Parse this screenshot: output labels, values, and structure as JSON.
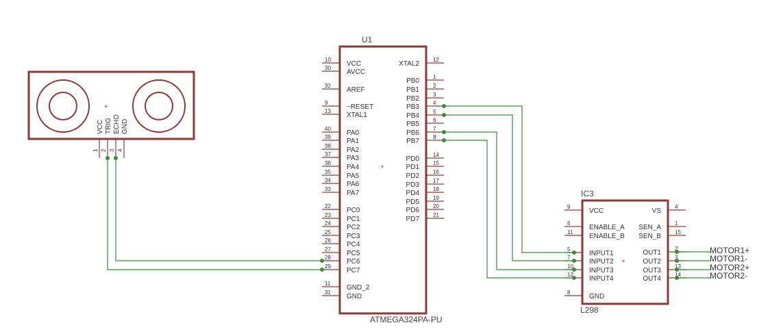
{
  "colors": {
    "part_outline": "#8b3a3a",
    "wire": "#3a8a3a",
    "text": "#333333",
    "background": "#ffffff"
  },
  "sensor": {
    "pins": [
      {
        "label": "VCC",
        "num": "1"
      },
      {
        "label": "TRIG",
        "num": "2"
      },
      {
        "label": "ECHO",
        "num": "3"
      },
      {
        "label": "GND",
        "num": "4"
      }
    ],
    "origin_mark": "+"
  },
  "u1": {
    "designator": "U1",
    "part_value": "ATMEGA324PA-PU",
    "origin_mark": "+",
    "left_pins": [
      {
        "label": "VCC",
        "num": "10"
      },
      {
        "label": "AVCC",
        "num": "30"
      },
      {
        "label": "AREF",
        "num": "32"
      },
      {
        "label": "~RESET",
        "num": "9"
      },
      {
        "label": "XTAL1",
        "num": "13"
      },
      {
        "label": "PA0",
        "num": "40"
      },
      {
        "label": "PA1",
        "num": "39"
      },
      {
        "label": "PA2",
        "num": "38"
      },
      {
        "label": "PA3",
        "num": "37"
      },
      {
        "label": "PA4",
        "num": "36"
      },
      {
        "label": "PA5",
        "num": "35"
      },
      {
        "label": "PA6",
        "num": "34"
      },
      {
        "label": "PA7",
        "num": "33"
      },
      {
        "label": "PC0",
        "num": "22"
      },
      {
        "label": "PC1",
        "num": "23"
      },
      {
        "label": "PC2",
        "num": "24"
      },
      {
        "label": "PC3",
        "num": "25"
      },
      {
        "label": "PC4",
        "num": "26"
      },
      {
        "label": "PC5",
        "num": "27"
      },
      {
        "label": "PC6",
        "num": "28"
      },
      {
        "label": "PC7",
        "num": "29"
      },
      {
        "label": "GND_2",
        "num": "11"
      },
      {
        "label": "GND",
        "num": "31"
      }
    ],
    "right_pins": [
      {
        "label": "XTAL2",
        "num": "12"
      },
      {
        "label": "PB0",
        "num": "1"
      },
      {
        "label": "PB1",
        "num": "2"
      },
      {
        "label": "PB2",
        "num": "3"
      },
      {
        "label": "PB3",
        "num": "4"
      },
      {
        "label": "PB4",
        "num": "5"
      },
      {
        "label": "PB5",
        "num": "6"
      },
      {
        "label": "PB6",
        "num": "7"
      },
      {
        "label": "PB7",
        "num": "8"
      },
      {
        "label": "PD0",
        "num": "14"
      },
      {
        "label": "PD1",
        "num": "15"
      },
      {
        "label": "PD2",
        "num": "16"
      },
      {
        "label": "PD3",
        "num": "17"
      },
      {
        "label": "PD4",
        "num": "18"
      },
      {
        "label": "PD5",
        "num": "19"
      },
      {
        "label": "PD6",
        "num": "20"
      },
      {
        "label": "PD7",
        "num": "21"
      }
    ]
  },
  "ic3": {
    "designator": "IC3",
    "part_value": "L298",
    "origin_mark": "+",
    "left_pins": [
      {
        "label": "VCC",
        "num": "9"
      },
      {
        "label": "ENABLE_A",
        "num": "6"
      },
      {
        "label": "ENABLE_B",
        "num": "11"
      },
      {
        "label": "INPUT1",
        "num": "5"
      },
      {
        "label": "INPUT2",
        "num": "7"
      },
      {
        "label": "INPUT3",
        "num": "10"
      },
      {
        "label": "INPUT4",
        "num": "12"
      },
      {
        "label": "GND",
        "num": "8"
      }
    ],
    "right_pins": [
      {
        "label": "VS",
        "num": "4"
      },
      {
        "label": "SEN_A",
        "num": "1"
      },
      {
        "label": "SEN_B",
        "num": "15"
      },
      {
        "label": "OUT1",
        "num": "2"
      },
      {
        "label": "OUT2",
        "num": "3"
      },
      {
        "label": "OUT3",
        "num": "13"
      },
      {
        "label": "OUT4",
        "num": "14"
      }
    ]
  },
  "net_labels": [
    "MOTOR1+",
    "MOTOR1-",
    "MOTOR2+",
    "MOTOR2-"
  ]
}
